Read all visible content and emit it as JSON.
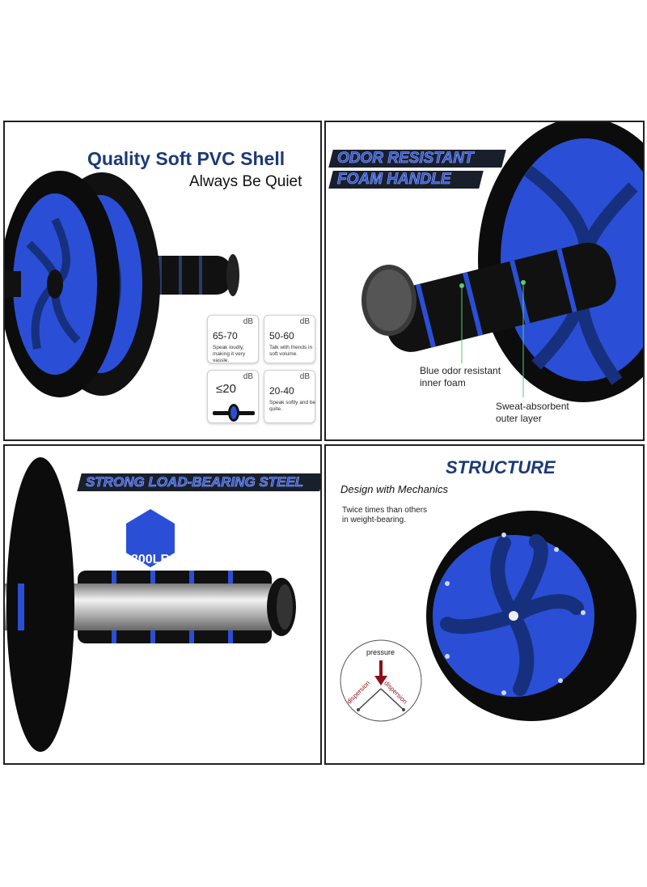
{
  "panel1": {
    "title": "Quality Soft PVC Shell",
    "subtitle": "Always Be Quiet",
    "noise_cards": [
      {
        "unit": "dB",
        "value": "65-70",
        "desc": "Speak loudly, making it very vassle."
      },
      {
        "unit": "dB",
        "value": "50-60",
        "desc": "Talk with friends in soft volume."
      },
      {
        "unit": "dB",
        "value": "≤20",
        "desc": ""
      },
      {
        "unit": "dB",
        "value": "20-40",
        "desc": "Speak softly and be quite."
      }
    ]
  },
  "panel2": {
    "banner_line1": "ODOR RESISTANT",
    "banner_line2": "FOAM HANDLE",
    "callout1_line1": "Blue odor resistant",
    "callout1_line2": "inner foam",
    "callout2_line1": "Sweat-absorbent",
    "callout2_line2": "outer layer"
  },
  "panel3": {
    "banner": "STRONG LOAD-BEARING STEEL",
    "badge": "800LB"
  },
  "panel4": {
    "title": "STRUCTURE",
    "subtitle": "Design with Mechanics",
    "note_line1": "Twice times than others",
    "note_line2": "in weight-bearing.",
    "diagram_top": "pressure",
    "diagram_left": "dispersion",
    "diagram_right": "dispersion"
  },
  "colors": {
    "brand_blue": "#1b3a78",
    "wheel_blue": "#2a4fd6",
    "banner_bg": "#1a1f2c"
  }
}
